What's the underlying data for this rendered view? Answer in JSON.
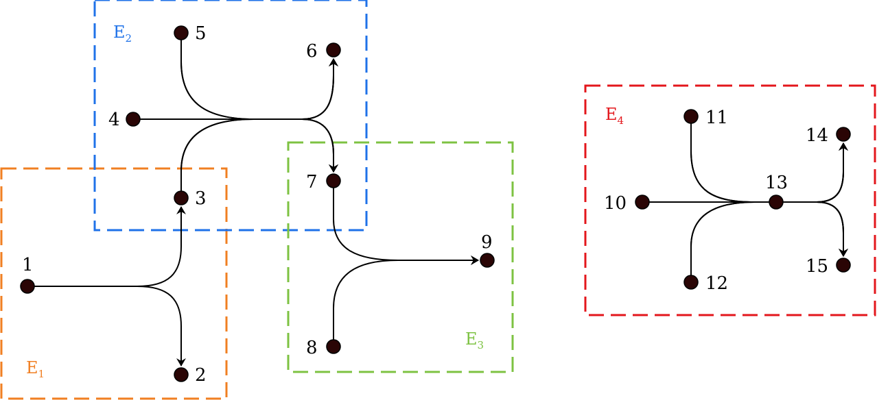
{
  "groups": [
    {
      "id": "E1",
      "letter": "E",
      "sub": "1",
      "color": "#f07f22"
    },
    {
      "id": "E2",
      "letter": "E",
      "sub": "2",
      "color": "#1f72e8"
    },
    {
      "id": "E3",
      "letter": "E",
      "sub": "3",
      "color": "#7dc242"
    },
    {
      "id": "E4",
      "letter": "E",
      "sub": "4",
      "color": "#e3161b"
    }
  ],
  "nodes": [
    "1",
    "2",
    "3",
    "4",
    "5",
    "6",
    "7",
    "8",
    "9",
    "10",
    "11",
    "12",
    "13",
    "14",
    "15"
  ],
  "edges": [
    {
      "from": "1",
      "to": "3"
    },
    {
      "from": "1",
      "to": "2"
    },
    {
      "from": "5",
      "to": "6"
    },
    {
      "from": "4",
      "to": "6"
    },
    {
      "from": "3",
      "to": "6"
    },
    {
      "from": "5",
      "to": "7"
    },
    {
      "from": "4",
      "to": "7"
    },
    {
      "from": "3",
      "to": "7"
    },
    {
      "from": "7",
      "to": "9"
    },
    {
      "from": "8",
      "to": "9"
    },
    {
      "from": "11",
      "to": "14"
    },
    {
      "from": "10",
      "to": "14"
    },
    {
      "from": "12",
      "to": "14"
    },
    {
      "from": "11",
      "to": "15"
    },
    {
      "from": "10",
      "to": "15"
    },
    {
      "from": "12",
      "to": "15"
    }
  ]
}
